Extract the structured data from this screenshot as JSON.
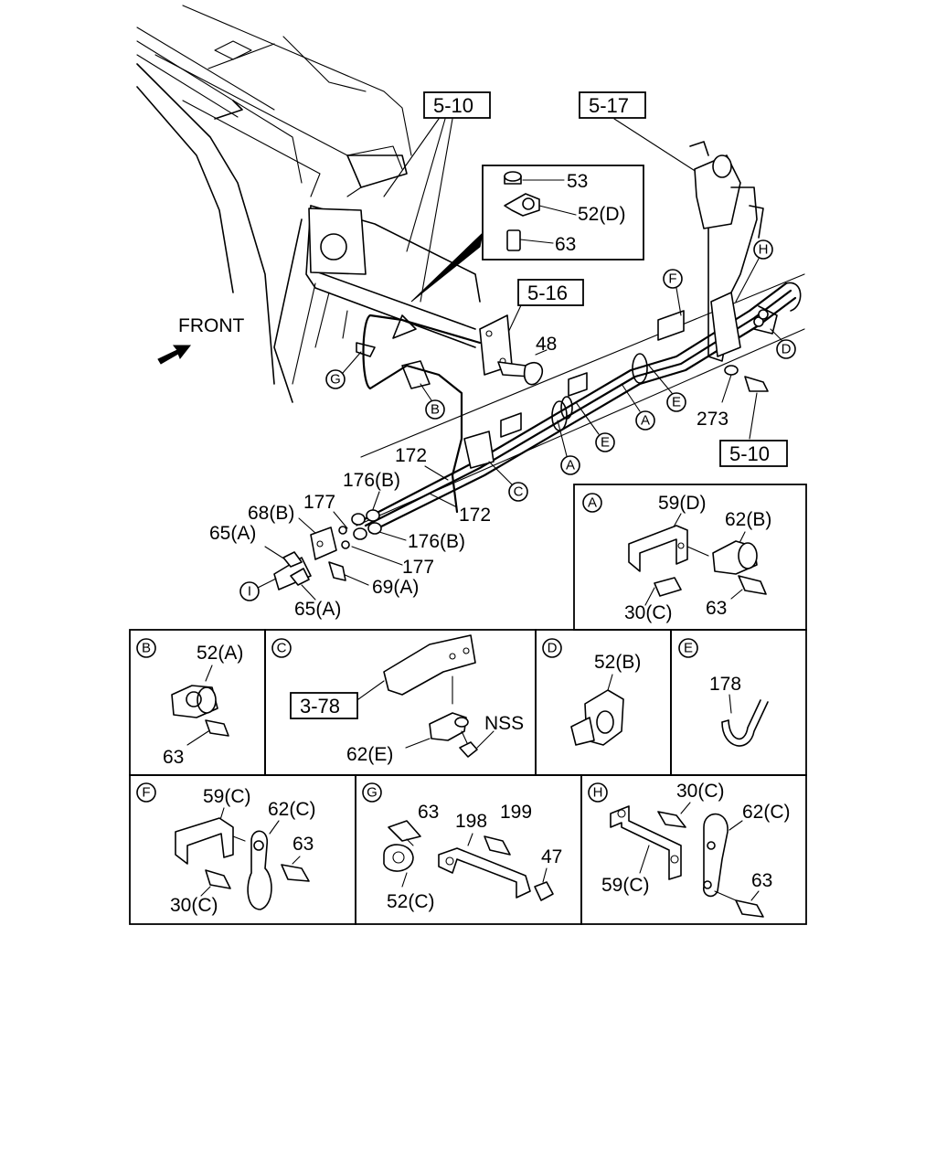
{
  "diagram": {
    "front_label": "FRONT",
    "refs": {
      "r_5_10_top": "5-10",
      "r_5_17": "5-17",
      "r_5_16": "5-16",
      "r_5_10_right": "5-10",
      "r_3_78": "3-78"
    },
    "main_labels": {
      "p53": "53",
      "p52d": "52(D)",
      "p63_inset": "63",
      "p48": "48",
      "p273": "273",
      "p172_a": "172",
      "p172_b": "172",
      "p176b_a": "176(B)",
      "p176b_b": "176(B)",
      "p177_a": "177",
      "p177_b": "177",
      "p68b": "68(B)",
      "p65a_a": "65(A)",
      "p65a_b": "65(A)",
      "p69a": "69(A)"
    },
    "callouts": {
      "A": "A",
      "B": "B",
      "C": "C",
      "D": "D",
      "E": "E",
      "F": "F",
      "G": "G",
      "H": "H",
      "I": "I"
    },
    "panels": {
      "A": {
        "letter": "A",
        "labels": {
          "p59d": "59(D)",
          "p62b": "62(B)",
          "p30c": "30(C)",
          "p63": "63"
        }
      },
      "B": {
        "letter": "B",
        "labels": {
          "p52a": "52(A)",
          "p63": "63"
        }
      },
      "C": {
        "letter": "C",
        "labels": {
          "p62e": "62(E)",
          "nss": "NSS"
        }
      },
      "D": {
        "letter": "D",
        "labels": {
          "p52b": "52(B)"
        }
      },
      "E": {
        "letter": "E",
        "labels": {
          "p178": "178"
        }
      },
      "F": {
        "letter": "F",
        "labels": {
          "p59c": "59(C)",
          "p62c": "62(C)",
          "p63": "63",
          "p30c": "30(C)"
        }
      },
      "G": {
        "letter": "G",
        "labels": {
          "p63": "63",
          "p198": "198",
          "p199": "199",
          "p47": "47",
          "p52c": "52(C)"
        }
      },
      "H": {
        "letter": "H",
        "labels": {
          "p30c": "30(C)",
          "p62c": "62(C)",
          "p59c": "59(C)",
          "p63": "63"
        }
      }
    },
    "icons": [
      "front-arrow-icon",
      "bolt-icon",
      "nut-icon",
      "clip-icon",
      "bracket-icon",
      "cable-tie-icon"
    ]
  }
}
